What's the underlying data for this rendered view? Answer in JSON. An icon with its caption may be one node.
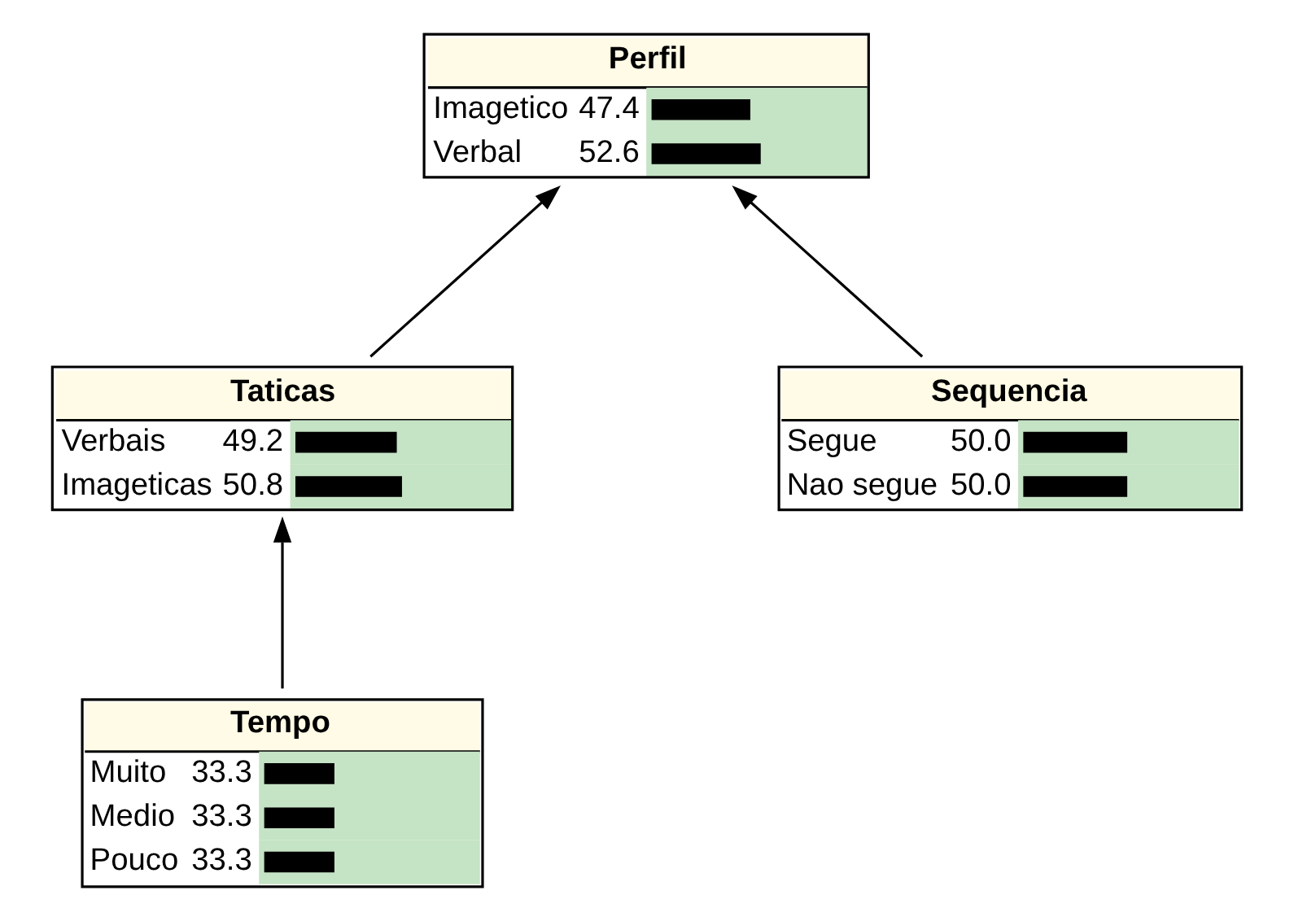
{
  "diagram": {
    "nodes": [
      {
        "text": [
          "Perfil",
          "Imagetico",
          "47.4",
          "Verbal",
          "52.6"
        ]
      },
      {
        "text": [
          "Taticas",
          "Verbais",
          "49.2",
          "Imageticas",
          "50.8"
        ]
      },
      {
        "text": [
          "Sequencia",
          "Segue",
          "50.0",
          "Nao segue",
          "50.0"
        ]
      },
      {
        "text": [
          "Tempo",
          "Muito",
          "33.3",
          "Medio",
          "33.3",
          "Pouco",
          "33.3"
        ]
      }
    ],
    "edges": [
      {
        "from": 1,
        "to": 0,
        "arrow": "to"
      },
      {
        "from": 2,
        "to": 0,
        "arrow": "to"
      },
      {
        "from": 3,
        "to": 1,
        "arrow": "to"
      }
    ]
  }
}
